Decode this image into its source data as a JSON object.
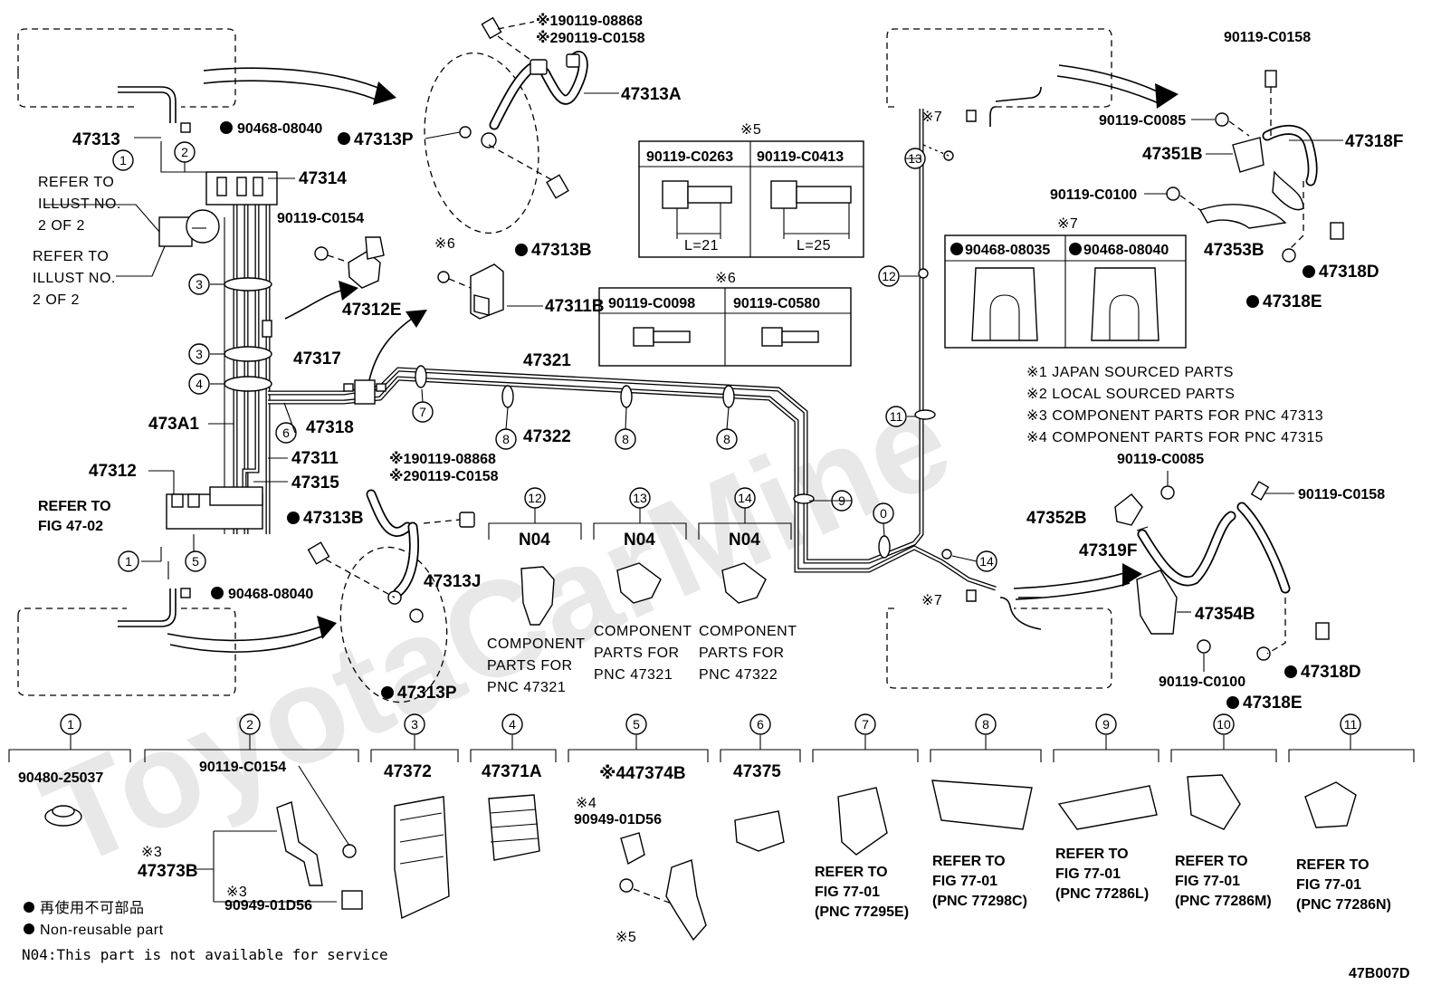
{
  "diagram_id": "47B007D",
  "watermark": "ToyotaCarMine",
  "part_labels": {
    "p47313": "47313",
    "p90468_a": "90468-08040",
    "p47313p_a": "47313P",
    "p47314": "47314",
    "p90119_c0154_a": "90119-C0154",
    "p47312e": "47312E",
    "p47311b": "47311B",
    "p47313a": "47313A",
    "p47313b_a": "47313B",
    "p47317": "47317",
    "p47318": "47318",
    "p47321": "47321",
    "p47322": "47322",
    "p473a1": "473A1",
    "p47311": "47311",
    "p47312": "47312",
    "p47315": "47315",
    "p47313b_b": "47313B",
    "p47313j": "47313J",
    "p47313p_b": "47313P",
    "p90468_b": "90468-08040",
    "p90119_c0158_tr": "90119-C0158",
    "p90119_c0085_a": "90119-C0085",
    "p47318f": "47318F",
    "p47351b": "47351B",
    "p90119_c0100_a": "90119-C0100",
    "p47353b": "47353B",
    "p47318d_a": "47318D",
    "p47318e_a": "47318E",
    "p90119_c0085_b": "90119-C0085",
    "p47352b": "47352B",
    "p90119_c0158_br": "90119-C0158",
    "p47319f": "47319F",
    "p47354b": "47354B",
    "p90119_c0100_b": "90119-C0100",
    "p47318d_b": "47318D",
    "p47318e_b": "47318E"
  },
  "callouts": {
    "top_bolt": [
      "※190119-08868",
      "※290119-C0158"
    ],
    "mid_bolt": [
      "※190119-08868",
      "※290119-C0158"
    ],
    "mark6": "※6",
    "mark7_a": "※7",
    "mark7_b": "※7"
  },
  "refer_notes": {
    "illust_1": [
      "REFER TO",
      "ILLUST NO.",
      "2 OF 2"
    ],
    "illust_2": [
      "REFER TO",
      "ILLUST NO.",
      "2 OF 2"
    ],
    "fig_4702": [
      "REFER TO",
      "FIG 47-02"
    ]
  },
  "bolt_table_5": {
    "mark": "※5",
    "headers": [
      "90119-C0263",
      "90119-C0413"
    ],
    "lengths": [
      "L=21",
      "L=25"
    ]
  },
  "bolt_table_6": {
    "mark": "※6",
    "headers": [
      "90119-C0098",
      "90119-C0580"
    ]
  },
  "clip_table_7": {
    "mark": "※7",
    "headers": [
      "90468-08035",
      "90468-08040"
    ]
  },
  "legend_notes": [
    "※1 JAPAN SOURCED PARTS",
    "※2 LOCAL SOURCED PARTS",
    "※3 COMPONENT PARTS FOR PNC 47313",
    "※4 COMPONENT PARTS FOR PNC 47315"
  ],
  "component_groups": [
    {
      "num": "12",
      "code": "N04",
      "text": [
        "COMPONENT",
        "PARTS FOR",
        "PNC 47321"
      ]
    },
    {
      "num": "13",
      "code": "N04",
      "text": [
        "COMPONENT",
        "PARTS FOR",
        "PNC 47321"
      ]
    },
    {
      "num": "14",
      "code": "N04",
      "text": [
        "COMPONENT",
        "PARTS FOR",
        "PNC 47322"
      ]
    }
  ],
  "bottom_items": [
    {
      "num": "1",
      "part": "90480-25037"
    },
    {
      "num": "2",
      "part": "90119-C0154",
      "sub": [
        "※3",
        "47373B",
        "※3",
        "90949-01D56"
      ]
    },
    {
      "num": "3",
      "part": "47372"
    },
    {
      "num": "4",
      "part": "47371A"
    },
    {
      "num": "5",
      "part": "※447374B",
      "sub": [
        "※4",
        "90949-01D56",
        "※5"
      ]
    },
    {
      "num": "6",
      "part": "47375"
    },
    {
      "num": "7",
      "refer": [
        "REFER TO",
        "FIG 77-01",
        "(PNC 77295E)"
      ]
    },
    {
      "num": "8",
      "refer": [
        "REFER TO",
        "FIG 77-01",
        "(PNC 77298C)"
      ]
    },
    {
      "num": "9",
      "refer": [
        "REFER TO",
        "FIG 77-01",
        "(PNC 77286L)"
      ]
    },
    {
      "num": "10",
      "refer": [
        "REFER TO",
        "FIG 77-01",
        "(PNC 77286M)"
      ]
    },
    {
      "num": "11",
      "refer": [
        "REFER TO",
        "FIG 77-01",
        "(PNC 77286N)"
      ]
    }
  ],
  "circle_numbers": [
    "1",
    "2",
    "3",
    "3",
    "4",
    "6",
    "7",
    "8",
    "8",
    "8",
    "9",
    "0",
    "11",
    "12",
    "13",
    "14",
    "1",
    "5"
  ],
  "footer": {
    "non_reusable_jp": "再使用不可部品",
    "non_reusable_en": "Non-reusable part",
    "n04_note": "N04:This part is not available for service"
  }
}
